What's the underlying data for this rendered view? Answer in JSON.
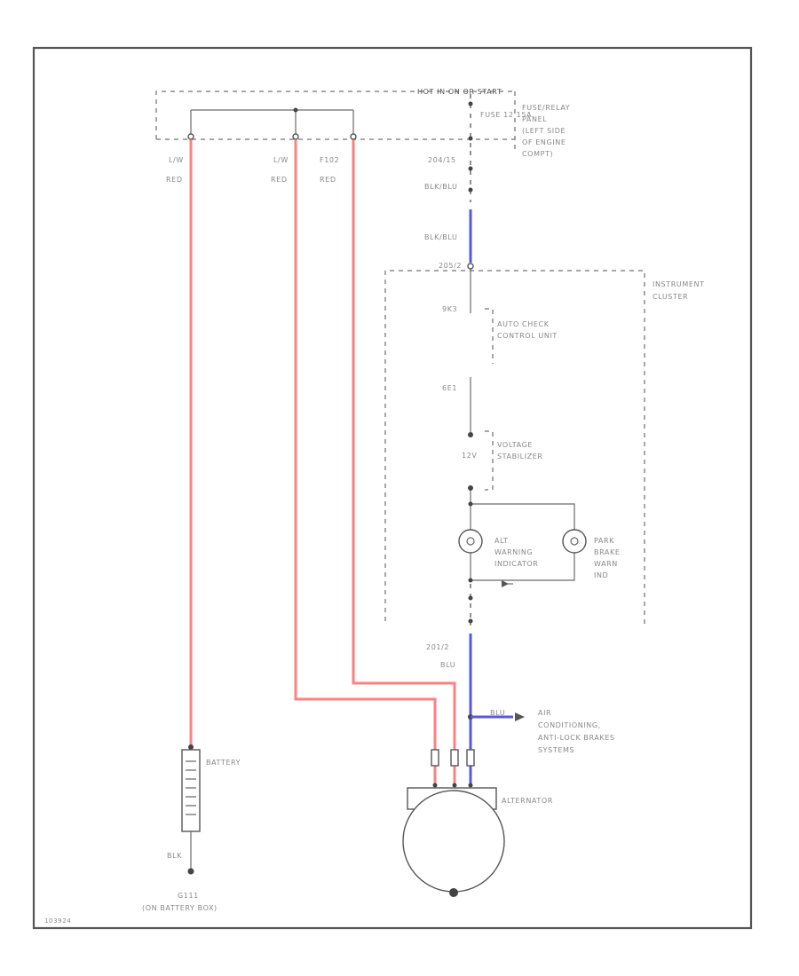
{
  "fuse_box": {
    "header": "HOT IN ON OR START",
    "fuse_label": "FUSE 12 15A",
    "title_lines": [
      "FUSE/RELAY",
      "PANEL",
      "(LEFT SIDE",
      "OF ENGINE",
      "COMPT)"
    ]
  },
  "wires": {
    "lw_1": "L/W",
    "red_1": "RED",
    "lw_2": "L/W",
    "red_2": "RED",
    "f102": "F102",
    "red_3": "RED",
    "c204_14": "204/15",
    "blk_blu_1": "BLK/BLU",
    "blk_blu_2": "BLK/BLU",
    "c205": "205/2",
    "blk_gnd": "BLK",
    "c201": "201/2",
    "blu_1": "BLU",
    "blu_branch": "BLU"
  },
  "cluster": {
    "title_lines": [
      "INSTRUMENT",
      "CLUSTER"
    ],
    "auto_check_pin": "9K3",
    "auto_check_lines": [
      "AUTO CHECK",
      "CONTROL UNIT"
    ],
    "pin_6e1": "6E1",
    "stabilizer_pin": "12V",
    "stabilizer_lines": [
      "VOLTAGE",
      "STABILIZER"
    ],
    "alt_lamp_lines": [
      "ALT",
      "WARNING",
      "INDICATOR"
    ],
    "park_lamp_lines": [
      "PARK",
      "BRAKE",
      "WARN",
      "IND"
    ]
  },
  "branch_dest_lines": [
    "AIR",
    "CONDITIONING,",
    "ANTI-LOCK BRAKES",
    "SYSTEMS"
  ],
  "battery": {
    "label": "BATTERY",
    "ground_wire": "BLK",
    "ground_id": "G111",
    "ground_loc": "(ON BATTERY BOX)"
  },
  "alternator": {
    "label": "ALTERNATOR"
  },
  "diagram_id": "103924"
}
